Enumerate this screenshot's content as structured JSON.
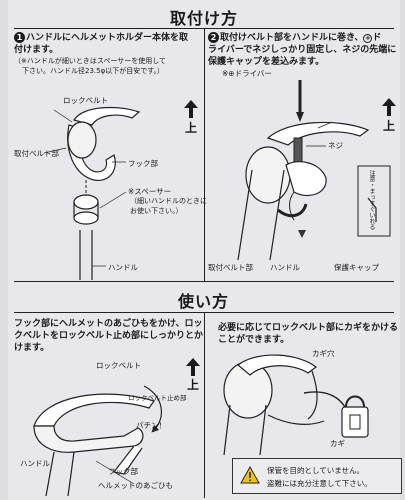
{
  "section1": {
    "title": "取付け方",
    "step1": {
      "num": "1",
      "line1": "ハンドルにヘルメットホルダー本体を取",
      "line2": "付けます。",
      "note1": "（※ハンドルが細いときはスペーサーを使用して",
      "note2": "下さい。ハンドル径23.5φ以下が目安です。）",
      "labels": {
        "lock_belt": "ロックベルト",
        "mount_belt": "取付ベルト部",
        "hook": "フック部",
        "spacer": "※スペーサー",
        "spacer_note1": "（細いハンドルのときに",
        "spacer_note2": "お使い下さい。）",
        "handle": "ハンドル",
        "up": "上"
      }
    },
    "step2": {
      "num": "2",
      "line1": "取付けベルト部をハンドルに巻き、",
      "line1b": "ド",
      "line2": "ライバーでネジしっかり固定し、ネジの先端に",
      "line3": "保護キャップを差込みます。",
      "labels": {
        "driver": "※⊕ドライバー",
        "screw": "ネジ",
        "caution": "注意・まっすぐいれる",
        "mount_belt": "取付ベルト部",
        "handle": "ハンドル",
        "cap": "保護キャップ",
        "up": "上"
      }
    }
  },
  "section2": {
    "title": "使い方",
    "step1": {
      "line1": "フック部にヘルメットのあごひもをかけ、ロッ",
      "line2": "クベルトをロックベルト止め部にしっかりとか",
      "line3": "けます。",
      "labels": {
        "lock_belt": "ロックベルト",
        "lock_stop": "ロックベルト止め部",
        "click": "パチン！",
        "handle": "ハンドル",
        "hook": "フック部",
        "strap": "ヘルメットのあごひも",
        "up": "上"
      }
    },
    "step2": {
      "line1": "必要に応じてロックベルト部にカギをかける",
      "line2": "ことができます。",
      "labels": {
        "key_hole": "カギ穴",
        "key": "カギ"
      },
      "warning1": "保管を目的としていません。",
      "warning2": "盗難には充分注意して下さい。"
    }
  }
}
